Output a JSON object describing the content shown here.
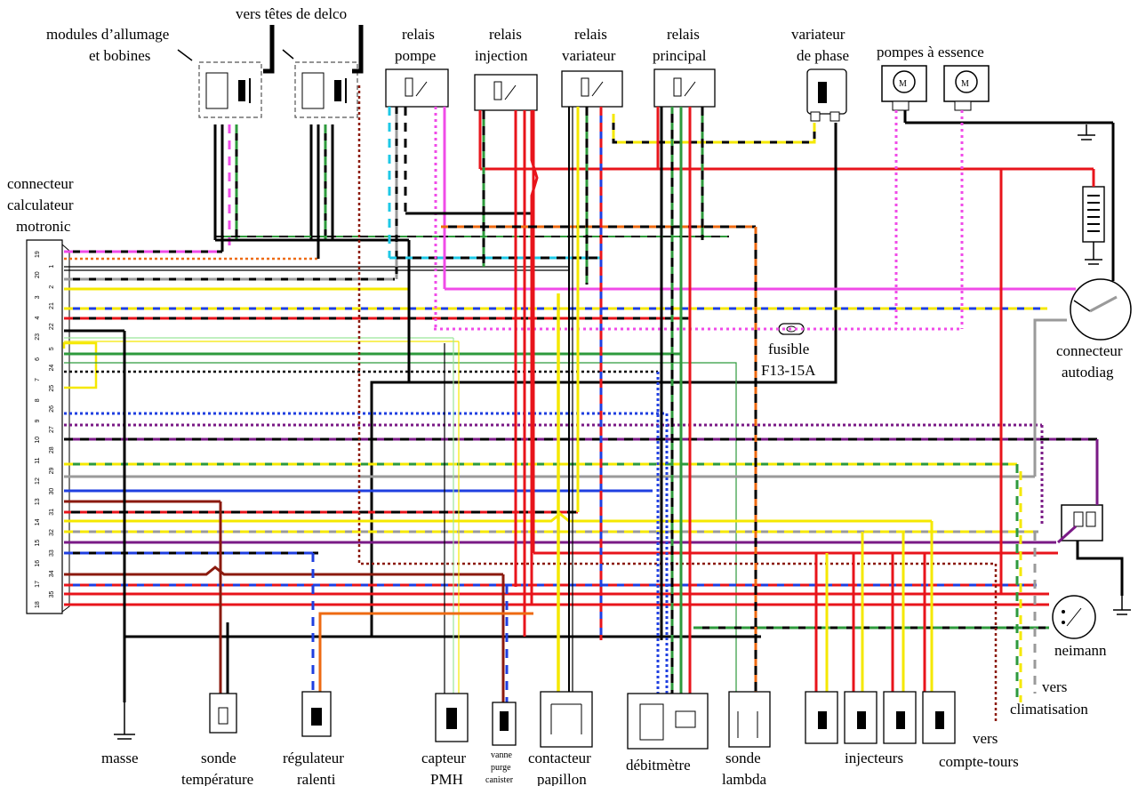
{
  "labels": {
    "vers_tetes": "vers têtes de delco",
    "modules_1": "modules d’allumage",
    "modules_2": "et bobines",
    "connecteur_calc_1": "connecteur",
    "connecteur_calc_2": "calculateur",
    "connecteur_calc_3": "motronic",
    "relais_pompe_1": "relais",
    "relais_pompe_2": "pompe",
    "relais_injection_1": "relais",
    "relais_injection_2": "injection",
    "relais_variateur_1": "relais",
    "relais_variateur_2": "variateur",
    "relais_principal_1": "relais",
    "relais_principal_2": "principal",
    "variateur_phase_1": "variateur",
    "variateur_phase_2": "de phase",
    "pompes": "pompes à essence",
    "fusible_1": "fusible",
    "fusible_2": "F13-15A",
    "autodiag_1": "connecteur",
    "autodiag_2": "autodiag",
    "neimann": "neimann",
    "climatisation_1": "vers",
    "climatisation_2": "climatisation",
    "compte_tours_1": "vers",
    "compte_tours_2": "compte-tours",
    "masse": "masse",
    "sonde_temp_1": "sonde",
    "sonde_temp_2": "température",
    "regulateur_1": "régulateur",
    "regulateur_2": "ralenti",
    "capteur_1": "capteur",
    "capteur_2": "PMH",
    "vanne_1": "vanne",
    "vanne_2": "purge",
    "vanne_3": "canister",
    "contacteur_1": "contacteur",
    "contacteur_2": "papillon",
    "debitmetre": "débitmètre",
    "sonde_lambda_1": "sonde",
    "sonde_lambda_2": "lambda",
    "injecteurs": "injecteurs"
  },
  "ecu_pins": [
    "19",
    "1",
    "20",
    "2",
    "3",
    "21",
    "4",
    "22",
    "23",
    "5",
    "6",
    "24",
    "7",
    "25",
    "8",
    "26",
    "9",
    "27",
    "10",
    "28",
    "11",
    "29",
    "12",
    "30",
    "13",
    "31",
    "14",
    "32",
    "15",
    "33",
    "16",
    "34",
    "17",
    "35",
    "18"
  ],
  "pump_motor_symbol": "M",
  "colors": {
    "red": "#e8141b",
    "black": "#000000",
    "yellow": "#f5e800",
    "blue": "#1f3fe0",
    "green": "#2e9a3c",
    "orange": "#ee6a12",
    "magenta": "#f04be8",
    "gray": "#9a9a9a",
    "purple": "#7a1a86",
    "brown": "#8b1a0e",
    "cyan": "#1ec8e6"
  }
}
